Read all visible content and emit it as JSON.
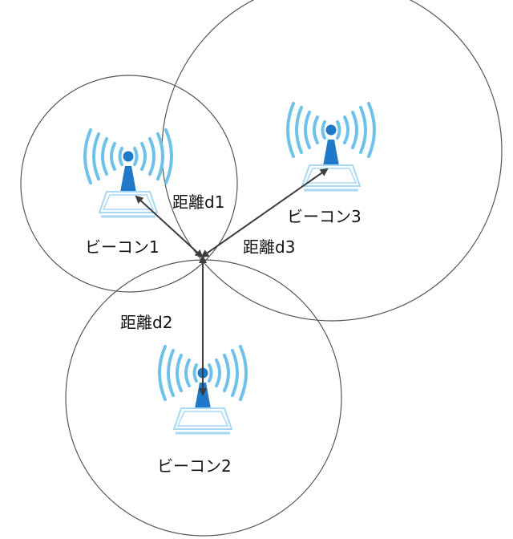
{
  "colors": {
    "circle": "#555555",
    "arrow": "#3d3d3d",
    "wave": "#6ec1ea",
    "tower": "#1f78c8",
    "base": "#a9d8f5",
    "text": "#111111"
  },
  "beacons": [
    {
      "label": "ビーコン1",
      "icon": "beacon-antenna-icon"
    },
    {
      "label": "ビーコン2",
      "icon": "beacon-antenna-icon"
    },
    {
      "label": "ビーコン3",
      "icon": "beacon-antenna-icon"
    }
  ],
  "distances": [
    {
      "label": "距離d1"
    },
    {
      "label": "距離d2"
    },
    {
      "label": "距離d3"
    }
  ]
}
